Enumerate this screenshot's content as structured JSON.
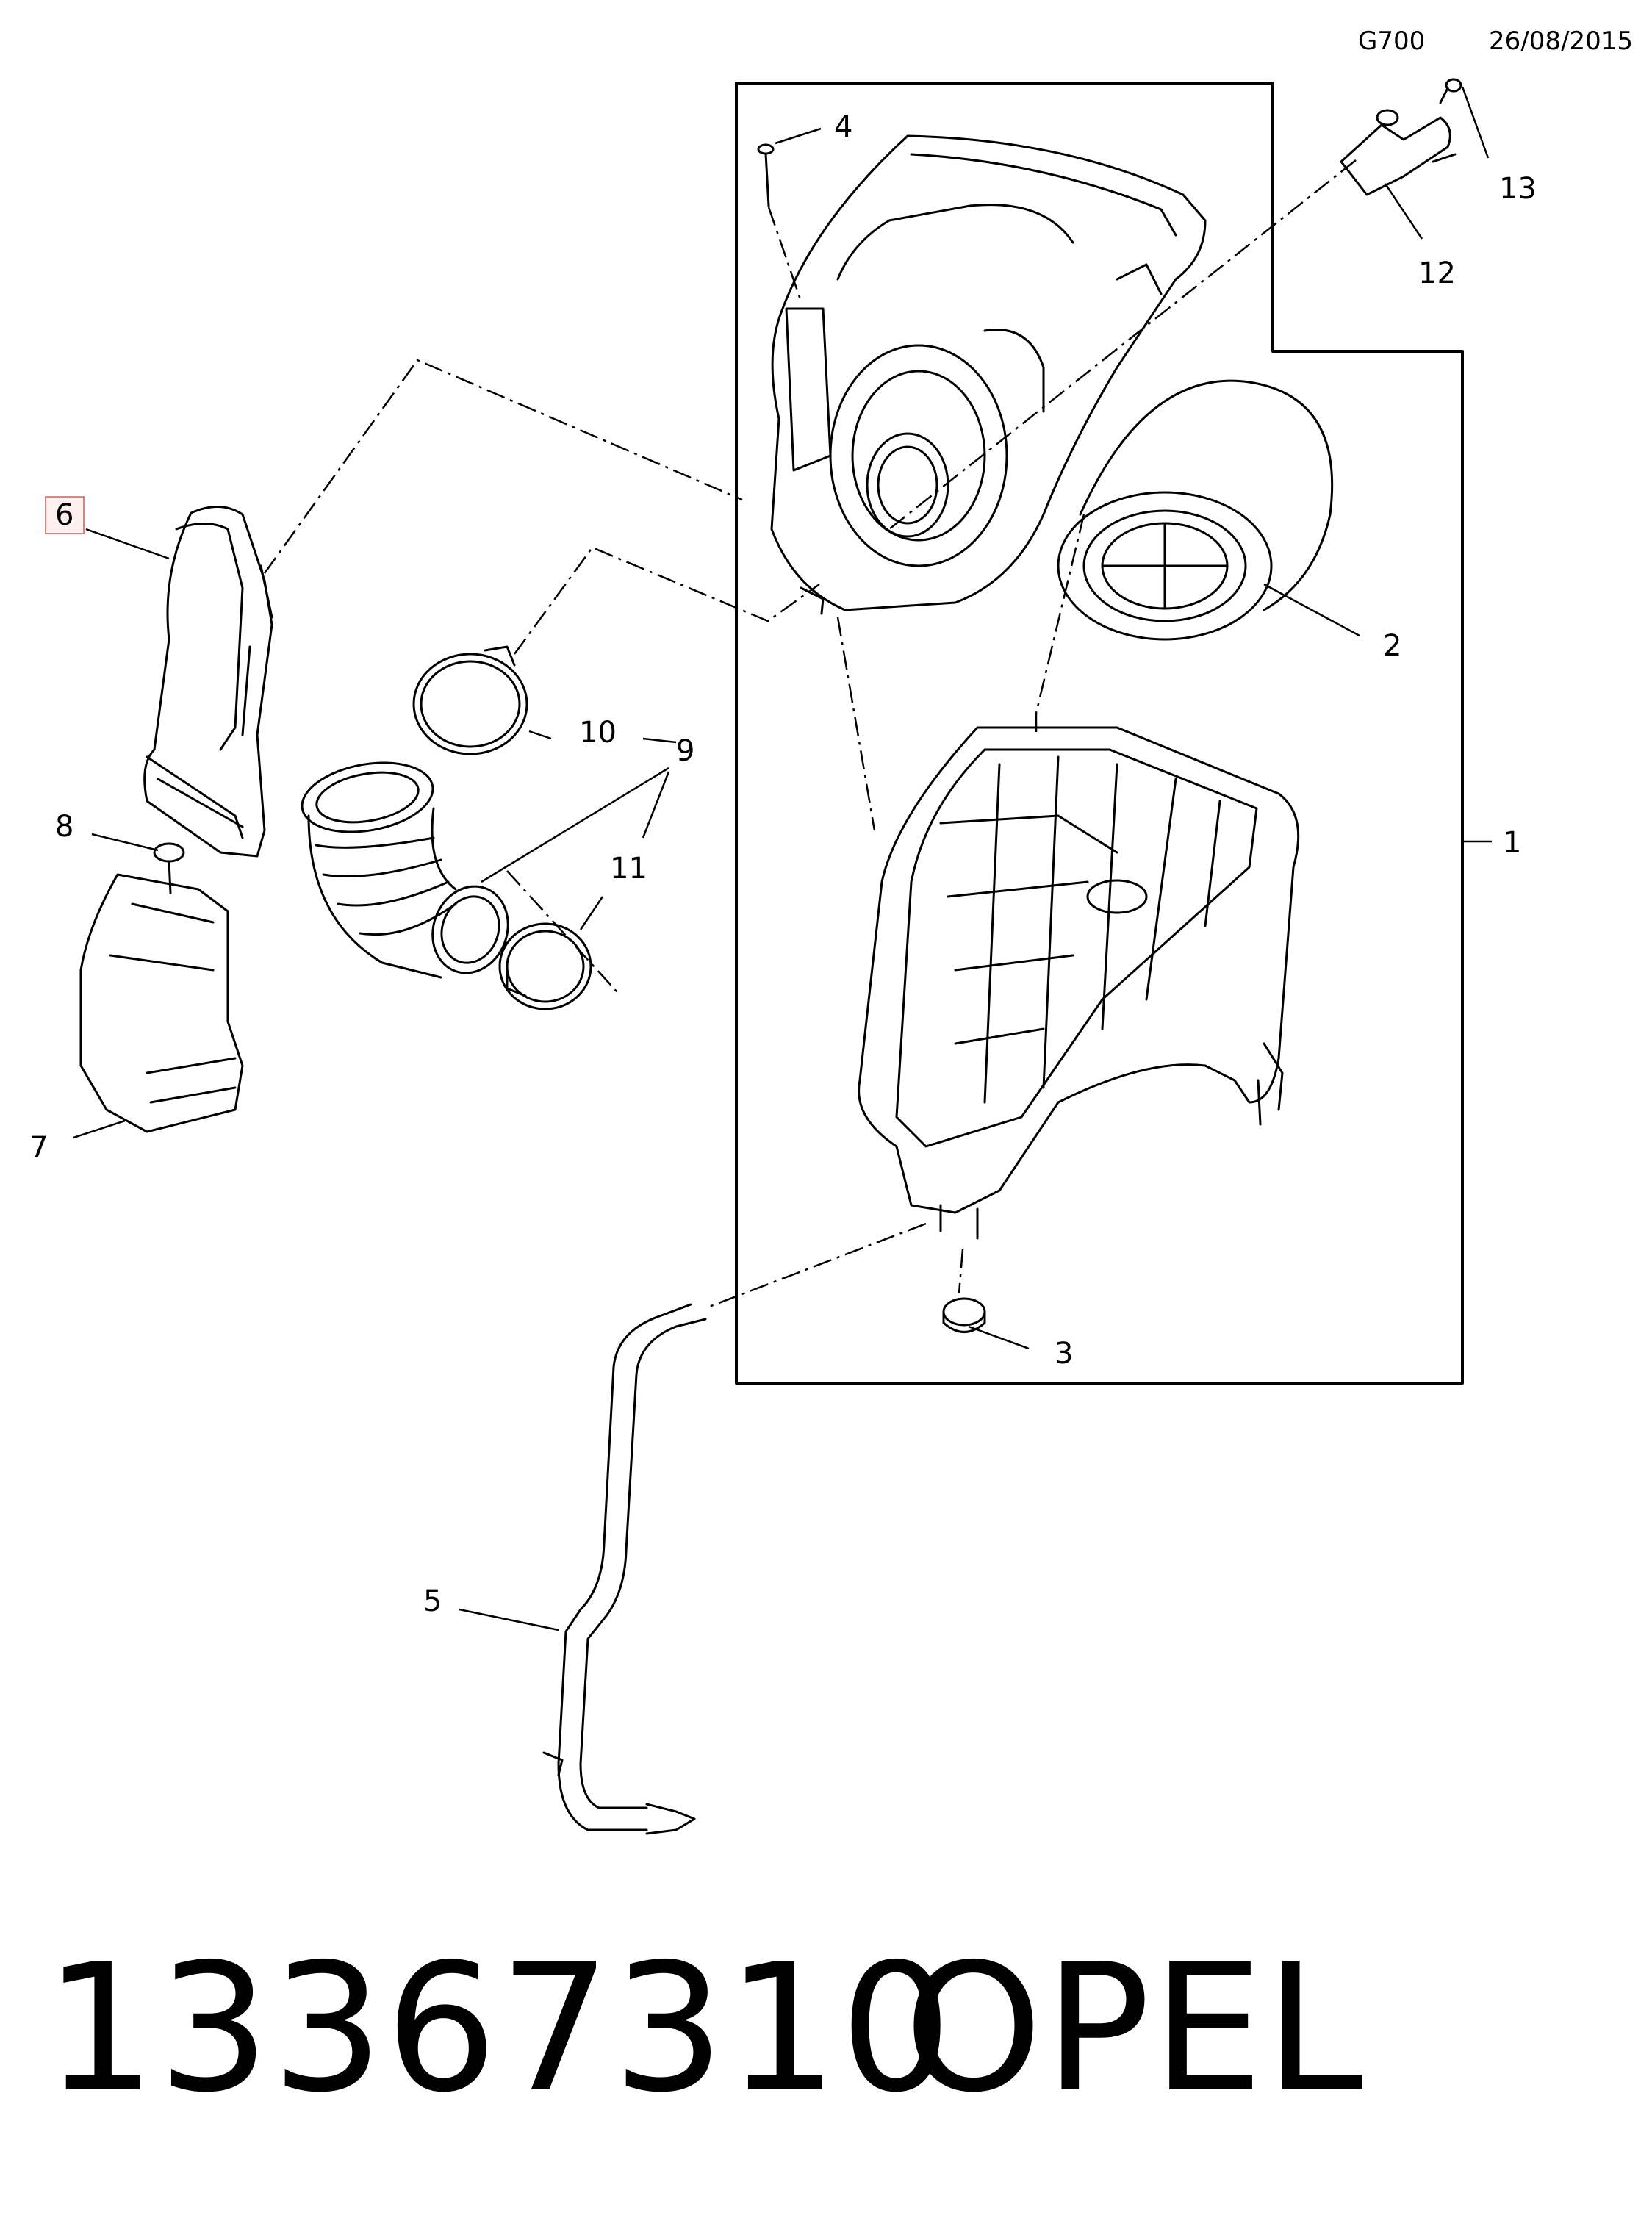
{
  "header": {
    "code": "G700",
    "date": "26/08/2015"
  },
  "callouts": [
    "1",
    "2",
    "3",
    "4",
    "5",
    "6",
    "7",
    "8",
    "9",
    "10",
    "11",
    "12",
    "13"
  ],
  "highlighted_callout": "6",
  "footer": {
    "part_number": "13367310",
    "brand": "OPEL"
  },
  "colors": {
    "line": "#000000",
    "highlight_border": "#e08080",
    "highlight_fill": "#fff0f0"
  }
}
